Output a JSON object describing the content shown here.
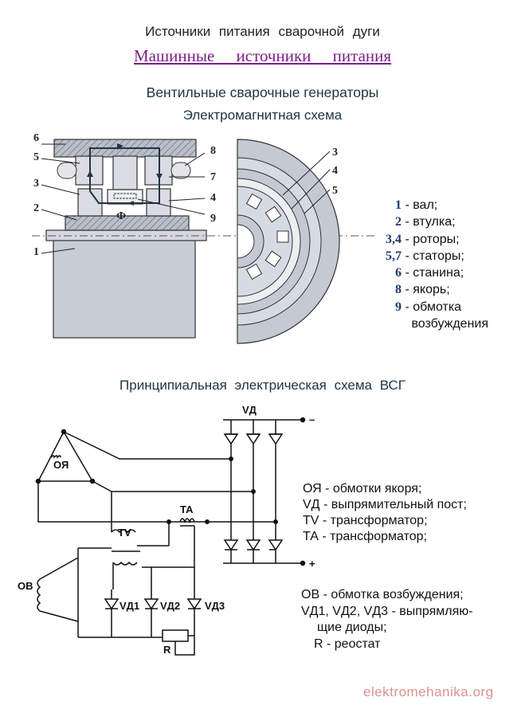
{
  "header": {
    "line1": "Источники питания сварочной дуги",
    "line2": "Машинные источники питания",
    "line3": "Вентильные сварочные генераторы",
    "line4": "Электромагнитная схема"
  },
  "diagram_labels": {
    "left": [
      "6",
      "5",
      "3",
      "2",
      "1",
      "8",
      "7",
      "4",
      "9"
    ],
    "flux": "Ф",
    "right": [
      "3",
      "4",
      "5"
    ]
  },
  "legend1": [
    {
      "num": "1",
      "text": "- вал;"
    },
    {
      "num": "2",
      "text": "- втулка;"
    },
    {
      "num": "3,4",
      "text": "- роторы;"
    },
    {
      "num": "5,7",
      "text": "- статоры;"
    },
    {
      "num": "6",
      "text": "- станина;"
    },
    {
      "num": "8",
      "text": "- якорь;"
    },
    {
      "num": "9",
      "text": "- обмотка"
    },
    {
      "num": "",
      "text": "возбуждения"
    }
  ],
  "section2_title": "Принципиальная электрическая схема ВСГ",
  "circuit_labels": {
    "vd": "VД",
    "minus": "–",
    "plus": "+",
    "oya": "ОЯ",
    "ta": "ТА",
    "tv": "TV",
    "ov": "ОВ",
    "vd1": "VД1",
    "vd2": "VД2",
    "vd3": "VД3",
    "r": "R"
  },
  "legend2": [
    "ОЯ - обмотки якоря;",
    "VД - выпрямительный пост;",
    "TV - трансформатор;",
    "ТА - трансформатор;"
  ],
  "legend3": [
    "ОВ - обмотка возбуждения;",
    "VД1, VД2, VД3 - выпрямляю-",
    "щие диоды;",
    "R - реостат"
  ],
  "watermark": "elektromehanika.org",
  "colors": {
    "title_accent": "#7a1f86",
    "text_dark": "#1d3446",
    "metal": "#c8ccd6",
    "watermark": "#c0392b"
  }
}
